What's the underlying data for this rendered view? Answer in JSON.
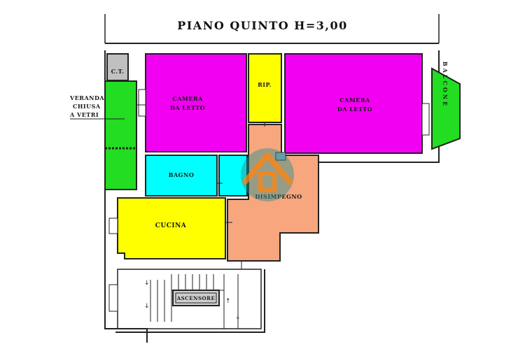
{
  "title": "PIANO QUINTO H=3,00",
  "colors": {
    "bedroom": "#f200f2",
    "storage": "#ffff00",
    "bathroom": "#00ffff",
    "kitchen": "#ffff00",
    "hallway": "#f7a67e",
    "veranda": "#22dd22",
    "balcony": "#22dd22",
    "boiler": "#c0c0c0",
    "logo_orange": "#e8841a",
    "logo_teal": "#2a8f8f"
  },
  "rooms": {
    "ct": "C.T.",
    "veranda_line1": "VERANDA",
    "veranda_line2": "CHIUSA",
    "veranda_line3": "A VETRI",
    "bedroom_left_line1": "CAMERA",
    "bedroom_left_line2": "DA LETTO",
    "storage": "RIP.",
    "bedroom_right_line1": "CAMERA",
    "bedroom_right_line2": "DA LETTO",
    "balcony": "BALCONE",
    "bathroom": "BAGNO",
    "hallway": "DISIMPEGNO",
    "kitchen": "CUCINA",
    "elevator": "ASCENSORE"
  }
}
